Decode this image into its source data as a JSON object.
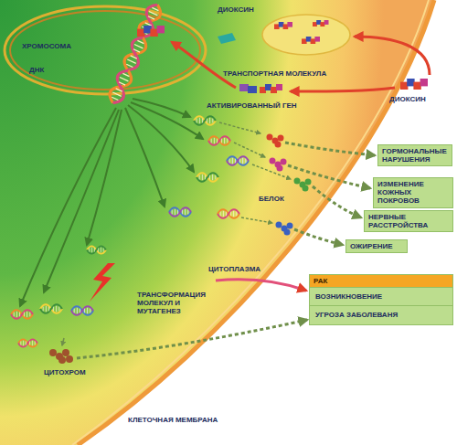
{
  "diagram": {
    "nodes": [
      {
        "text": [
          "ГОРМОНАЛЬНЫЕ НАРУШЕНИЯ"
        ]
      },
      {
        "text": [
          "ИЗМЕНЕНИЕ КОЖНЫХ ПОКРОВОВ"
        ]
      },
      {
        "text": [
          "НЕРВНЫЕ РАССТРОЙСТВА"
        ]
      },
      {
        "text": [
          "ОЖИРЕНИЕ"
        ]
      },
      {
        "text": [
          "РАК",
          "ВОЗНИКНОВЕНИЕ",
          "УГРОЗА ЗАБОЛЕВАНЯ"
        ]
      }
    ],
    "labels": [
      "ХРОМОСОМА",
      "ДНК",
      "ДИОКСИН",
      "ТРАНСПОРТНАЯ МОЛЕКУЛА",
      "ДИОКСИН",
      "АКТИВИРОВАННЫЙ ГЕН",
      "БЕЛОК",
      "ЦИТОПЛАЗМА",
      "ТРАНСФОРМАЦИЯ МОЛЕКУЛ И МУТАГЕНЕЗ",
      "ЦИТОХРОМ",
      "КЛЕТОЧНАЯ МЕМБРАНА"
    ]
  }
}
